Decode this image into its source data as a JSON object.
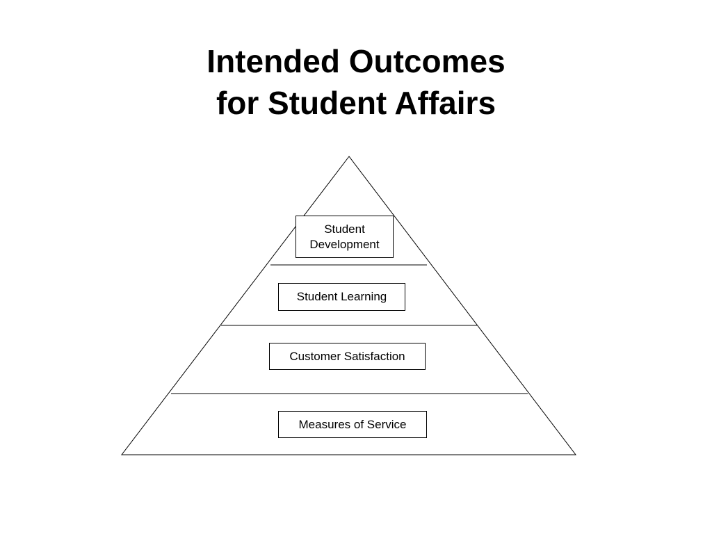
{
  "title": {
    "line1": "Intended Outcomes",
    "line2": "for Student Affairs"
  },
  "pyramid": {
    "tiers": [
      {
        "label_line1": "Student",
        "label_line2": "Development"
      },
      {
        "label": "Student Learning"
      },
      {
        "label": "Customer Satisfaction"
      },
      {
        "label": "Measures of Service"
      }
    ]
  }
}
